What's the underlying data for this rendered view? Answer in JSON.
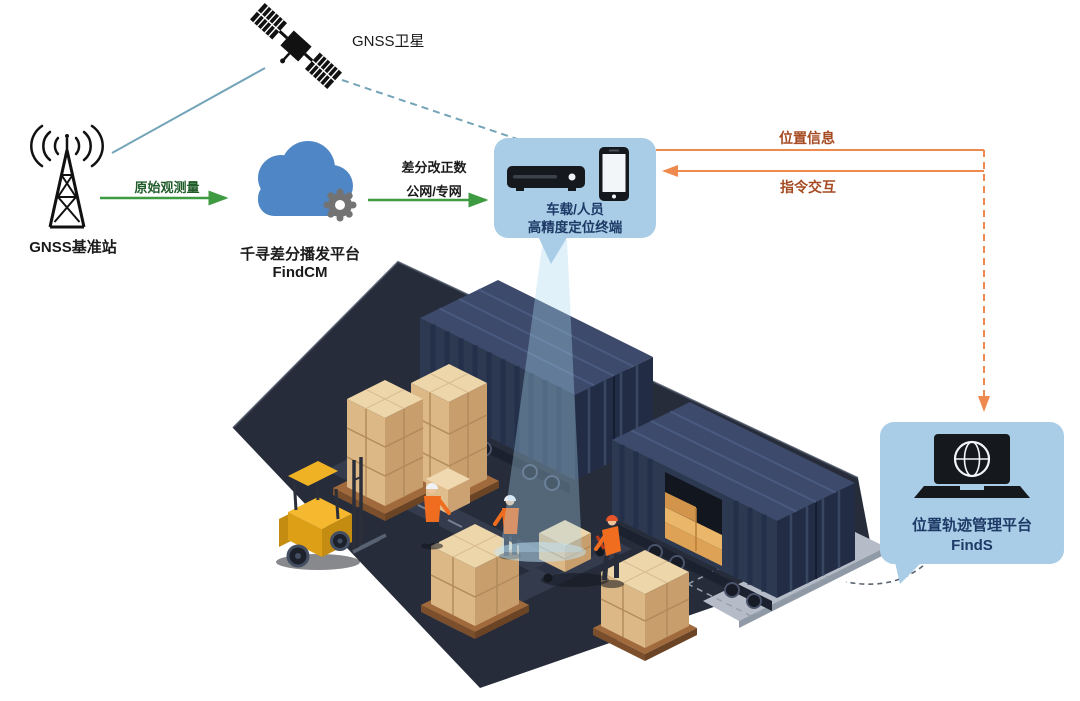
{
  "nodes": {
    "satellite": {
      "label": "GNSS卫星",
      "icon": "satellite-icon"
    },
    "base_station": {
      "label": "GNSS基准站",
      "icon": "signal-tower-icon"
    },
    "cloud": {
      "name": "千寻差分播发平台",
      "product": "FindCM",
      "icon": "cloud-gear-icon"
    },
    "terminal": {
      "line1": "车载/人员",
      "line2": "高精度定位终端",
      "icons": [
        "vehicle-terminal-icon",
        "smartphone-icon"
      ]
    },
    "platform": {
      "name": "位置轨迹管理平台",
      "product": "FindS",
      "icon": "laptop-globe-icon"
    }
  },
  "edges": {
    "raw_obs": {
      "label": "原始观测量",
      "from": "base_station",
      "to": "cloud"
    },
    "corrections": {
      "line1": "差分改正数",
      "line2": "公网/专网",
      "from": "cloud",
      "to": "terminal"
    },
    "position_info": {
      "label": "位置信息",
      "from": "terminal",
      "to": "platform"
    },
    "command": {
      "label": "指令交互",
      "from": "platform",
      "to": "terminal"
    }
  },
  "colors": {
    "bubble_bg": "#a9cde6",
    "bubble_text": "#1d3a66",
    "green_arrow": "#3f9b41",
    "green_label": "#205c2a",
    "orange_arrow": "#ee8a4e",
    "orange_label": "#a54a21",
    "satellite_link": "#74a4b8",
    "cloud_blue": "#4f86c6",
    "container_navy": "#2d3951",
    "box_tan": "#dcb887"
  },
  "scene": {
    "elements": [
      "container-yard-floor",
      "shipping-container",
      "shipping-container-open-with-cargo",
      "cargo-box-stacks",
      "pallets",
      "forklift",
      "pallet-jack",
      "warehouse-workers",
      "positioning-beam"
    ]
  }
}
